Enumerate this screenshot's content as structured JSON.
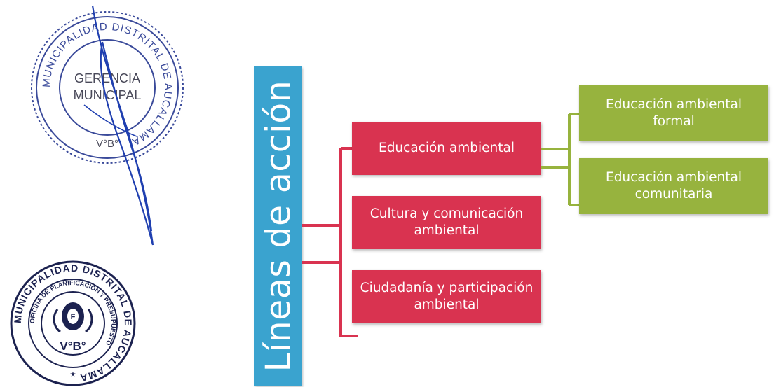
{
  "stamps": {
    "top": {
      "ring_text": "MUNICIPALIDAD DISTRITAL DE AUCALLAMA",
      "line1": "GERENCIA",
      "line2": "MUNICIPAL",
      "vb": "V°B°"
    },
    "bottom": {
      "ring_text_outer": "MUNICIPALIDAD DISTRITAL DE AUCALLAMA",
      "ring_text_inner": "OFICINA DE PLANIFICACIÓN Y PRESUPUESTO",
      "vb": "V°B°"
    }
  },
  "diagram": {
    "root": "Líneas de acción",
    "branches": [
      {
        "label": "Educación ambiental"
      },
      {
        "label": "Cultura y comunicación ambiental"
      },
      {
        "label": "Ciudadanía y participación ambiental"
      }
    ],
    "sub_branches": [
      {
        "label": "Educación ambiental formal"
      },
      {
        "label": "Educación ambiental comunitaria"
      }
    ],
    "colors": {
      "root": "#3aa3cf",
      "branch": "#d93350",
      "sub_branch": "#97b33e",
      "stamp_ink": "#2b3a8c",
      "signature_ink": "#1f3fb0"
    }
  }
}
